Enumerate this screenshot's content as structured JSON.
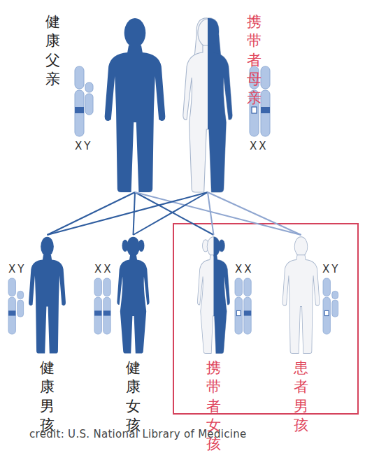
{
  "diagram": {
    "caption": "credit: U.S. National Library of Medicine",
    "nodes": [
      {
        "text": [
          "健康 父亲"
        ]
      },
      {
        "text": [
          "携带者 母亲"
        ]
      },
      {
        "text": [
          "健康 男孩"
        ]
      },
      {
        "text": [
          "健康 女孩"
        ]
      },
      {
        "text": [
          "携带者 女孩"
        ]
      },
      {
        "text": [
          "患者 男孩"
        ]
      }
    ],
    "edges": [
      {
        "from": 0,
        "to": 2,
        "arrow": "none"
      },
      {
        "from": 0,
        "to": 3,
        "arrow": "none"
      },
      {
        "from": 0,
        "to": 4,
        "arrow": "none"
      },
      {
        "from": 0,
        "to": 5,
        "arrow": "none"
      },
      {
        "from": 1,
        "to": 2,
        "arrow": "none"
      },
      {
        "from": 1,
        "to": 3,
        "arrow": "none"
      },
      {
        "from": 1,
        "to": 4,
        "arrow": "none"
      },
      {
        "from": 1,
        "to": 5,
        "arrow": "none"
      }
    ],
    "labels": [
      "XY",
      "XX",
      "XY",
      "XX",
      "XX",
      "XY"
    ]
  }
}
